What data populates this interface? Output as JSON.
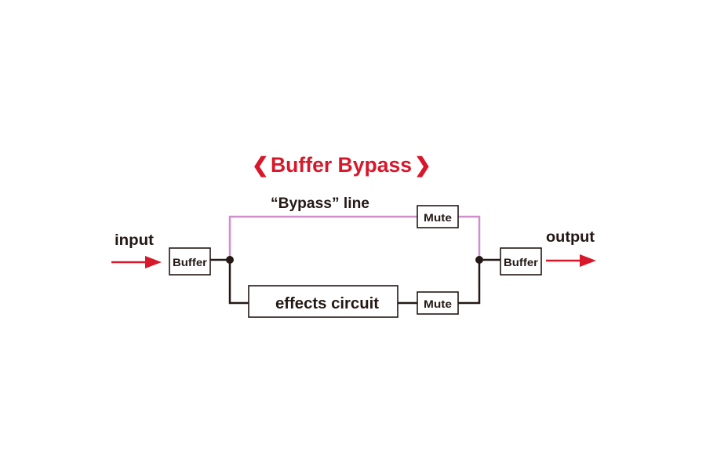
{
  "title": {
    "left_glyph": "❮",
    "text": "Buffer Bypass",
    "right_glyph": "❯"
  },
  "labels": {
    "input": "input",
    "output": "output",
    "bypass_line": "“Bypass” line",
    "effects_circuit": "effects circuit",
    "buffer_in": "Buffer",
    "buffer_out": "Buffer",
    "mute_top": "Mute",
    "mute_bottom": "Mute"
  },
  "colors": {
    "accent_red": "#d7182a",
    "bypass_pink": "#d08fcb",
    "line_black": "#231815"
  }
}
